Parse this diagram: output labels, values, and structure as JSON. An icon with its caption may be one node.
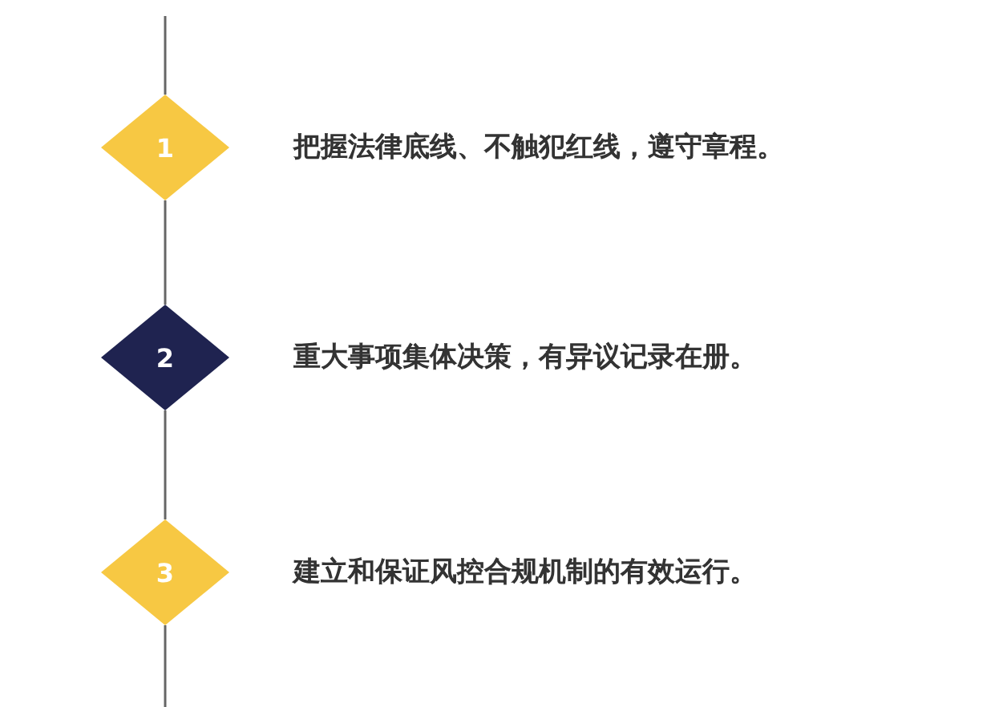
{
  "diagram": {
    "nodes": [
      {
        "text": [
          "1"
        ],
        "beside": [
          "把握法律底线、不触犯红线，遵守章程。"
        ]
      },
      {
        "text": [
          "2"
        ],
        "beside": [
          "重大事项集体决策，有异议记录在册。"
        ]
      },
      {
        "text": [
          "3"
        ],
        "beside": [
          "建立和保证风控合规机制的有效运行。"
        ]
      }
    ],
    "edges": [
      {
        "from": null,
        "to": 0,
        "arrow": "none"
      },
      {
        "from": 0,
        "to": 1,
        "arrow": "none"
      },
      {
        "from": 1,
        "to": 2,
        "arrow": "none"
      },
      {
        "from": 2,
        "to": null,
        "arrow": "none"
      }
    ]
  }
}
